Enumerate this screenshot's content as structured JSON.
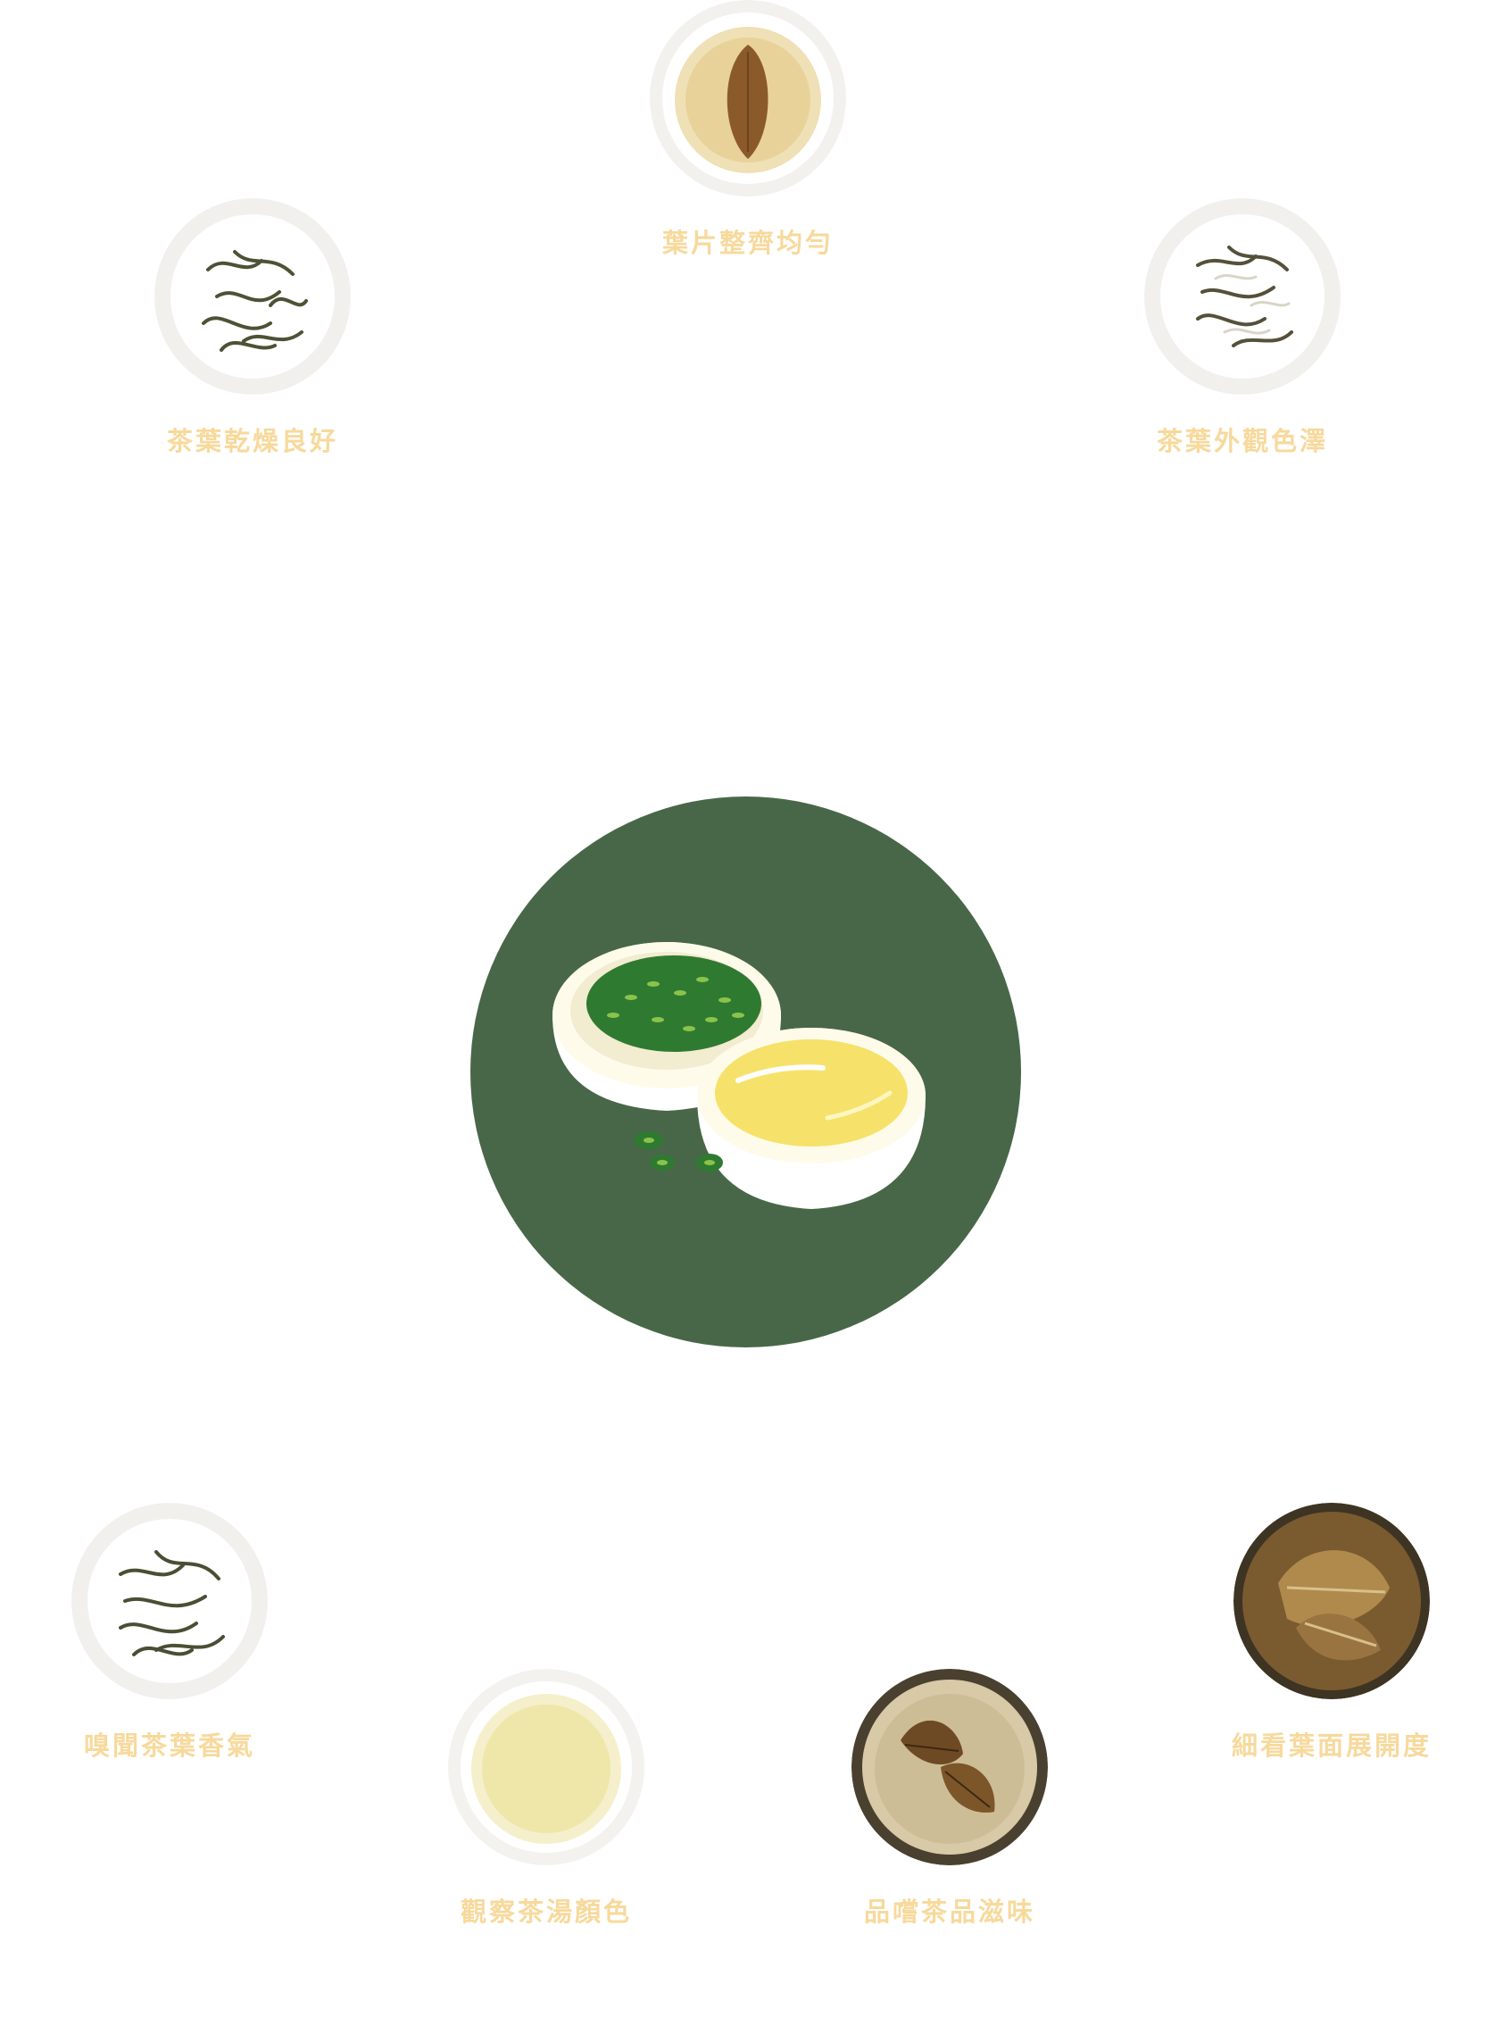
{
  "colors": {
    "label": "#f7d99c",
    "center_circle": "#486748",
    "tea_liquor": "#f6e26a",
    "leaf_green": "#2f7a31"
  },
  "center_illustration": {
    "icon": "tea-cups-icon"
  },
  "steps": [
    {
      "id": "leaf-uniform",
      "label": "葉片整齊均勻",
      "icon": "brewed-leaf-cup-icon"
    },
    {
      "id": "leaf-dry",
      "label": "茶葉乾燥良好",
      "icon": "dry-tea-plate-icon"
    },
    {
      "id": "leaf-appearance",
      "label": "茶葉外觀色澤",
      "icon": "dry-tea-plate-icon"
    },
    {
      "id": "leaf-aroma",
      "label": "嗅聞茶葉香氣",
      "icon": "dry-tea-plate-icon"
    },
    {
      "id": "liquor-color",
      "label": "觀察茶湯顏色",
      "icon": "tea-liquor-cup-icon"
    },
    {
      "id": "taste",
      "label": "品嚐茶品滋味",
      "icon": "tea-leaf-cup-icon"
    },
    {
      "id": "leaf-expansion",
      "label": "細看葉面展開度",
      "icon": "unfurled-leaf-closeup-icon"
    }
  ]
}
